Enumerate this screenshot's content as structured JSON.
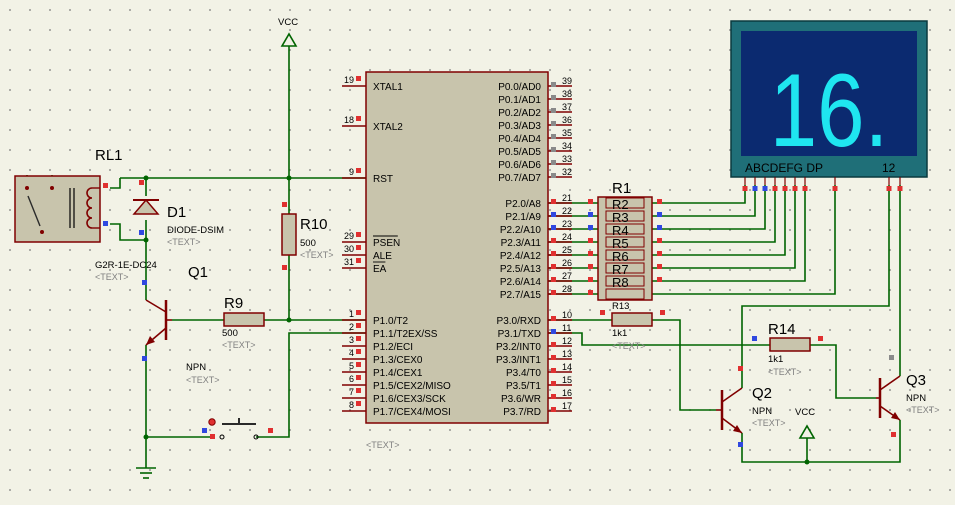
{
  "vcc_label": "VCC",
  "text_placeholder": "<TEXT>",
  "relay": {
    "ref": "RL1",
    "model": "G2R-1E-DC24"
  },
  "diode": {
    "ref": "D1",
    "model": "DIODE-DSIM"
  },
  "q1": {
    "ref": "Q1",
    "type": "NPN"
  },
  "q2": {
    "ref": "Q2",
    "type": "NPN"
  },
  "q3": {
    "ref": "Q3",
    "type": "NPN"
  },
  "r9": {
    "ref": "R9",
    "value": "500"
  },
  "r10": {
    "ref": "R10",
    "value": "500"
  },
  "r14": {
    "ref": "R14",
    "value": "1k1"
  },
  "r13": {
    "ref": "R13",
    "value": "1k1"
  },
  "rpack": {
    "ref": "R1",
    "inner": [
      "R2",
      "R3",
      "R4",
      "R5",
      "R6",
      "R7",
      "R8"
    ]
  },
  "mcu": {
    "left_top": [
      {
        "num": "19",
        "name": "XTAL1"
      },
      {
        "num": "18",
        "name": "XTAL2"
      },
      {
        "num": "9",
        "name": "RST"
      },
      {
        "num": "29",
        "name": "PSEN"
      },
      {
        "num": "30",
        "name": "ALE"
      },
      {
        "num": "31",
        "name": "EA"
      }
    ],
    "left_p1": [
      {
        "num": "1",
        "name": "P1.0/T2"
      },
      {
        "num": "2",
        "name": "P1.1/T2EX/SS"
      },
      {
        "num": "3",
        "name": "P1.2/ECI"
      },
      {
        "num": "4",
        "name": "P1.3/CEX0"
      },
      {
        "num": "5",
        "name": "P1.4/CEX1"
      },
      {
        "num": "6",
        "name": "P1.5/CEX2/MISO"
      },
      {
        "num": "7",
        "name": "P1.6/CEX3/SCK"
      },
      {
        "num": "8",
        "name": "P1.7/CEX4/MOSI"
      }
    ],
    "right_p0": [
      {
        "num": "39",
        "name": "P0.0/AD0"
      },
      {
        "num": "38",
        "name": "P0.1/AD1"
      },
      {
        "num": "37",
        "name": "P0.2/AD2"
      },
      {
        "num": "36",
        "name": "P0.3/AD3"
      },
      {
        "num": "35",
        "name": "P0.4/AD4"
      },
      {
        "num": "34",
        "name": "P0.5/AD5"
      },
      {
        "num": "33",
        "name": "P0.6/AD6"
      },
      {
        "num": "32",
        "name": "P0.7/AD7"
      }
    ],
    "right_p2": [
      {
        "num": "21",
        "name": "P2.0/A8"
      },
      {
        "num": "22",
        "name": "P2.1/A9"
      },
      {
        "num": "23",
        "name": "P2.2/A10"
      },
      {
        "num": "24",
        "name": "P2.3/A11"
      },
      {
        "num": "25",
        "name": "P2.4/A12"
      },
      {
        "num": "26",
        "name": "P2.5/A13"
      },
      {
        "num": "27",
        "name": "P2.6/A14"
      },
      {
        "num": "28",
        "name": "P2.7/A15"
      }
    ],
    "right_p3": [
      {
        "num": "10",
        "name": "P3.0/RXD"
      },
      {
        "num": "11",
        "name": "P3.1/TXD"
      },
      {
        "num": "12",
        "name": "P3.2/INT0"
      },
      {
        "num": "13",
        "name": "P3.3/INT1"
      },
      {
        "num": "14",
        "name": "P3.4/T0"
      },
      {
        "num": "15",
        "name": "P3.5/T1"
      },
      {
        "num": "16",
        "name": "P3.6/WR"
      },
      {
        "num": "17",
        "name": "P3.7/RD"
      }
    ]
  },
  "display": {
    "digits": "16.",
    "segment_labels": "ABCDEFG  DP",
    "digit_labels": "12"
  },
  "colors": {
    "wire": "#006400",
    "body": "#c8c4ac",
    "outline": "#800000",
    "display_frame": "#1f6f78",
    "display_screen": "#0b2a70",
    "segment_on": "#1fe6f0"
  }
}
